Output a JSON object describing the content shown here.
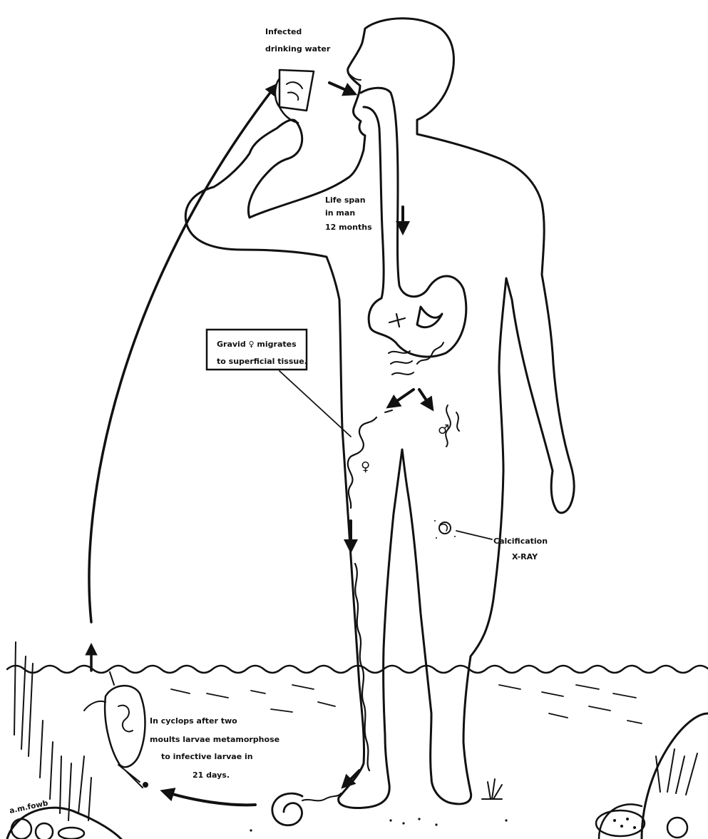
{
  "labels": {
    "water_line1": "Infected",
    "water_line2": "drinking water",
    "life_line1": "Life span",
    "life_line2": "in man",
    "life_line3": "12 months",
    "gravid_line1": "Gravid ♀ migrates",
    "gravid_line2": "to superficial tissue.",
    "calc_line1": "Calcification",
    "calc_line2": "X-RAY",
    "cyclops_line1": "In cyclops after two",
    "cyclops_line2": "moults larvae metamorphose",
    "cyclops_line3": "to infective larvae in",
    "cyclops_line4": "21 days.",
    "male_symbol": "♂",
    "female_symbol": "♀",
    "signature": "a.m.fowb"
  },
  "colors": {
    "ink": "#111111",
    "paper": "#ffffff"
  }
}
